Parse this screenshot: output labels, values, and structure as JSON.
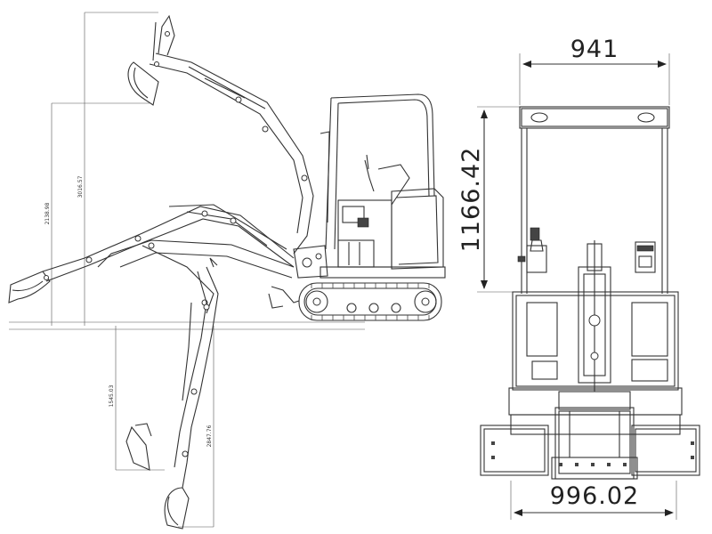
{
  "front_view": {
    "width_top": "941",
    "height": "1166.42",
    "width_tracks": "996.02"
  },
  "side_view": {
    "dim_left_outer": "3016.57",
    "dim_left_inner": "2138.98",
    "dim_bottom_left": "1545.03",
    "dim_bottom_right": "2847.76"
  }
}
